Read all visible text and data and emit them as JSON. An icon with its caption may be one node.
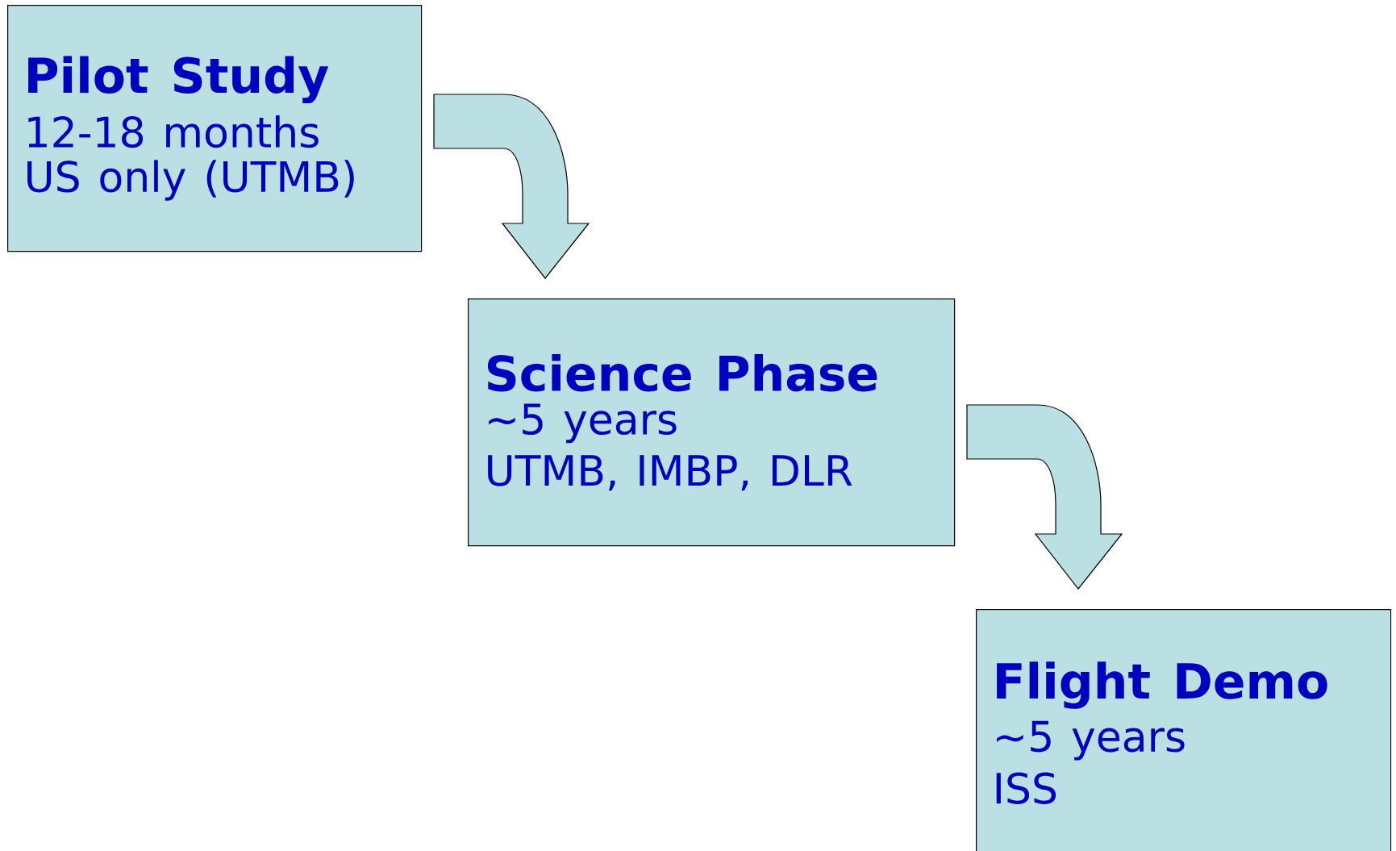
{
  "diagram": {
    "nodes": [
      {
        "text": [
          "Pilot Study",
          "12-18 months",
          "US only (UTMB)"
        ]
      },
      {
        "text": [
          "Science Phase",
          "~5 years",
          "UTMB, IMBP, DLR"
        ]
      },
      {
        "text": [
          "Flight Demo",
          "~5 years",
          "ISS"
        ]
      }
    ],
    "edges": [
      {
        "from": 0,
        "to": 1,
        "arrow": "to"
      },
      {
        "from": 1,
        "to": 2,
        "arrow": "to"
      }
    ]
  }
}
